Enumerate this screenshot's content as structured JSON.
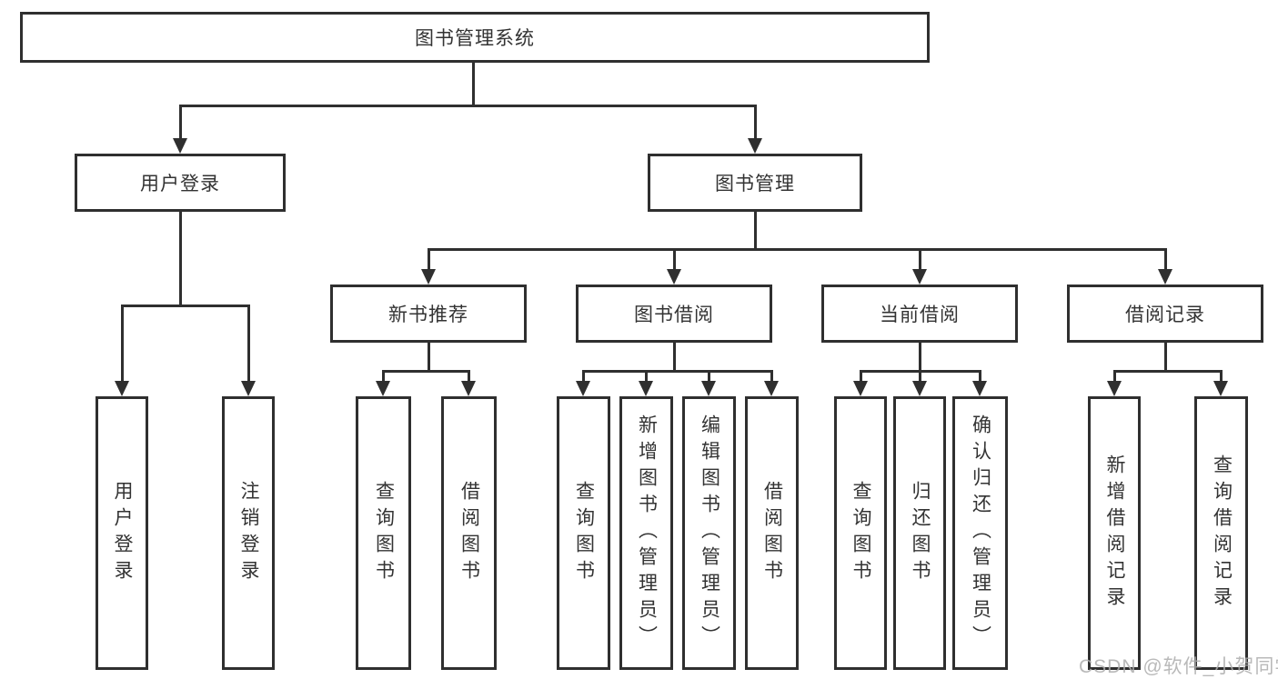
{
  "tree": {
    "root": "图书管理系统",
    "children": [
      {
        "label": "用户登录",
        "children": [
          "用户登录",
          "注销登录"
        ]
      },
      {
        "label": "图书管理",
        "children": [
          {
            "label": "新书推荐",
            "children": [
              "查询图书",
              "借阅图书"
            ]
          },
          {
            "label": "图书借阅",
            "children": [
              "查询图书",
              "新增图书（管理员）",
              "编辑图书（管理员）",
              "借阅图书"
            ]
          },
          {
            "label": "当前借阅",
            "children": [
              "查询图书",
              "归还图书",
              "确认归还（管理员）"
            ]
          },
          {
            "label": "借阅记录",
            "children": [
              "新增借阅记录",
              "查询借阅记录"
            ]
          }
        ]
      }
    ]
  },
  "watermark": "CSDN @软件_小贺同学",
  "colors": {
    "line": "#2f2f2f",
    "text": "#333333",
    "watermark": "#adadad",
    "background": "#ffffff"
  }
}
